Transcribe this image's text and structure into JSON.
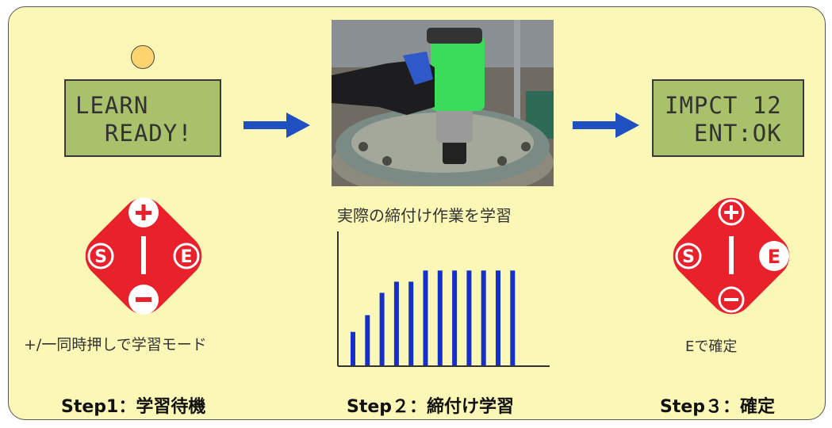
{
  "lcd_left": {
    "line1": "LEARN",
    "line2": "  READY!"
  },
  "lcd_right": {
    "line1": "IMPCT 12",
    "line2": "  ENT:OK"
  },
  "keypad": {
    "plus": "+",
    "minus": "−",
    "s": "S",
    "e": "E"
  },
  "captions": {
    "step1": "+/一同時押しで学習モード",
    "step2": "実際の締付け作業を学習",
    "step3": "Eで確定"
  },
  "steps": {
    "step1": "Step1：学習待機",
    "step2": "Step２：締付け学習",
    "step3": "Step３：確定"
  },
  "colors": {
    "keypad_red": "#e8212a",
    "arrow_blue": "#1f4fc0",
    "bar_blue": "#1530c8",
    "lcd_green": "#a9c16a",
    "panel": "#fbf7b7",
    "led": "#fdd370"
  },
  "chart_data": {
    "type": "bar",
    "values": [
      3,
      4.5,
      6.5,
      7.5,
      7.5,
      8.5,
      8.5,
      8.5,
      8.5,
      8.5,
      8.5,
      8.5
    ],
    "ylim": [
      0,
      12
    ],
    "title": "",
    "xlabel": "",
    "ylabel": ""
  }
}
